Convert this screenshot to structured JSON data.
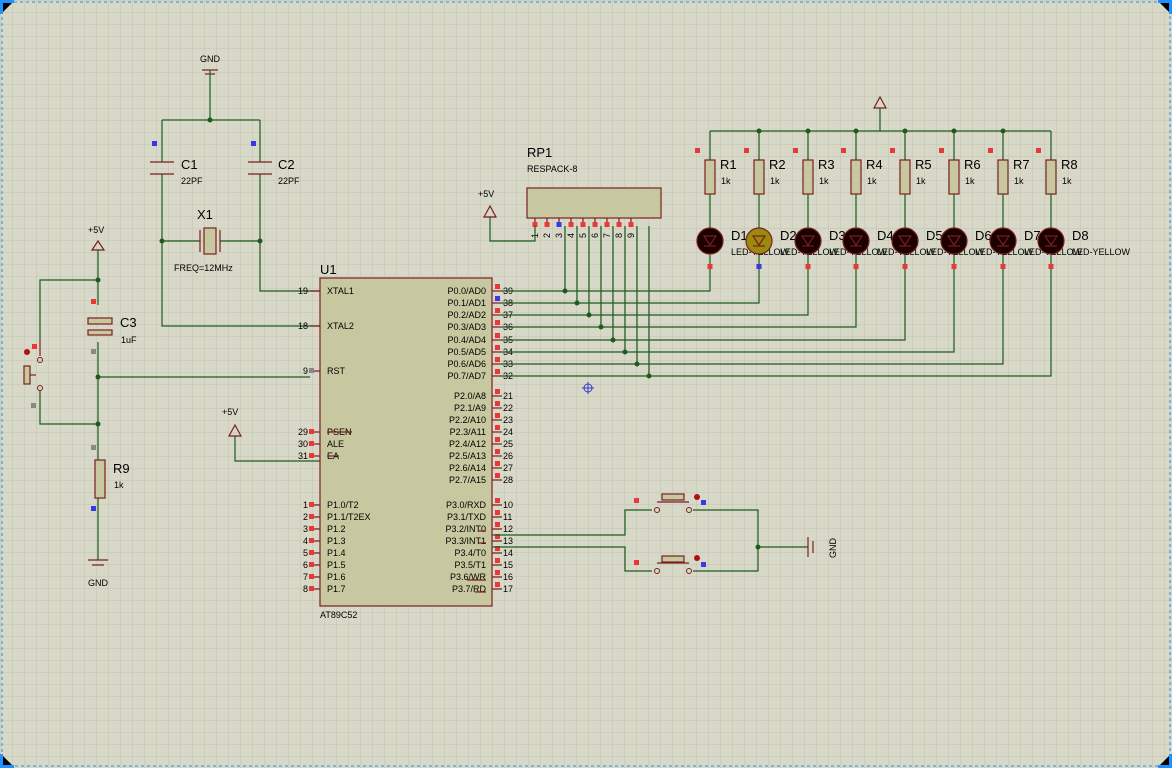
{
  "gnd_top": "GND",
  "gnd_left": "GND",
  "gnd_right": "GND",
  "vcc_left": "+5V",
  "vcc_ea": "+5V",
  "vcc_rp": "+5V",
  "c1": {
    "ref": "C1",
    "value": "22PF"
  },
  "c2": {
    "ref": "C2",
    "value": "22PF"
  },
  "c3": {
    "ref": "C3",
    "value": "1uF"
  },
  "x1": {
    "ref": "X1",
    "value": "FREQ=12MHz"
  },
  "r9": {
    "ref": "R9",
    "value": "1k"
  },
  "rp1": {
    "ref": "RP1",
    "value": "RESPACK-8",
    "pins": [
      "1",
      "2",
      "3",
      "4",
      "5",
      "6",
      "7",
      "8",
      "9"
    ]
  },
  "u1": {
    "ref": "U1",
    "part": "AT89C52",
    "left_pins": [
      {
        "num": "19",
        "name": "XTAL1"
      },
      {
        "num": "18",
        "name": "XTAL2"
      },
      {
        "num": "9",
        "name": "RST"
      },
      {
        "num": "29",
        "name": "PSEN"
      },
      {
        "num": "30",
        "name": "ALE"
      },
      {
        "num": "31",
        "name": "EA"
      },
      {
        "num": "1",
        "name": "P1.0/T2"
      },
      {
        "num": "2",
        "name": "P1.1/T2EX"
      },
      {
        "num": "3",
        "name": "P1.2"
      },
      {
        "num": "4",
        "name": "P1.3"
      },
      {
        "num": "5",
        "name": "P1.4"
      },
      {
        "num": "6",
        "name": "P1.5"
      },
      {
        "num": "7",
        "name": "P1.6"
      },
      {
        "num": "8",
        "name": "P1.7"
      }
    ],
    "right_pins": [
      {
        "num": "39",
        "name": "P0.0/AD0"
      },
      {
        "num": "38",
        "name": "P0.1/AD1"
      },
      {
        "num": "37",
        "name": "P0.2/AD2"
      },
      {
        "num": "36",
        "name": "P0.3/AD3"
      },
      {
        "num": "35",
        "name": "P0.4/AD4"
      },
      {
        "num": "34",
        "name": "P0.5/AD5"
      },
      {
        "num": "33",
        "name": "P0.6/AD6"
      },
      {
        "num": "32",
        "name": "P0.7/AD7"
      },
      {
        "num": "21",
        "name": "P2.0/A8"
      },
      {
        "num": "22",
        "name": "P2.1/A9"
      },
      {
        "num": "23",
        "name": "P2.2/A10"
      },
      {
        "num": "24",
        "name": "P2.3/A11"
      },
      {
        "num": "25",
        "name": "P2.4/A12"
      },
      {
        "num": "26",
        "name": "P2.5/A13"
      },
      {
        "num": "27",
        "name": "P2.6/A14"
      },
      {
        "num": "28",
        "name": "P2.7/A15"
      },
      {
        "num": "10",
        "name": "P3.0/RXD"
      },
      {
        "num": "11",
        "name": "P3.1/TXD"
      },
      {
        "num": "12",
        "name": "P3.2/INT0"
      },
      {
        "num": "13",
        "name": "P3.3/INT1"
      },
      {
        "num": "14",
        "name": "P3.4/T0"
      },
      {
        "num": "15",
        "name": "P3.5/T1"
      },
      {
        "num": "16",
        "name": "P3.6/WR"
      },
      {
        "num": "17",
        "name": "P3.7/RD"
      }
    ]
  },
  "resistors": [
    {
      "ref": "R1",
      "value": "1k"
    },
    {
      "ref": "R2",
      "value": "1k"
    },
    {
      "ref": "R3",
      "value": "1k"
    },
    {
      "ref": "R4",
      "value": "1k"
    },
    {
      "ref": "R5",
      "value": "1k"
    },
    {
      "ref": "R6",
      "value": "1k"
    },
    {
      "ref": "R7",
      "value": "1k"
    },
    {
      "ref": "R8",
      "value": "1k"
    }
  ],
  "leds": [
    {
      "ref": "D1",
      "label": "LED-YELLOW"
    },
    {
      "ref": "D2",
      "label": "LED-YELLOW"
    },
    {
      "ref": "D3",
      "label": "LED-YELLOW"
    },
    {
      "ref": "D4",
      "label": "LED-YELLOW"
    },
    {
      "ref": "D5",
      "label": "LED-YELLOW"
    },
    {
      "ref": "D6",
      "label": "LED-YELLOW"
    },
    {
      "ref": "D7",
      "label": "LED-YELLOW"
    },
    {
      "ref": "D8",
      "label": "LED-YELLOW"
    }
  ],
  "colors": {
    "background": "#d8d8c8",
    "grid": "#c4c4b2",
    "wire": "#1e5a1e",
    "component": "#7a1e1e",
    "component_fill": "#c8c8a0",
    "led_off": "#1a0000",
    "led_on": "#9a8a10",
    "border": "#1e90ff"
  }
}
